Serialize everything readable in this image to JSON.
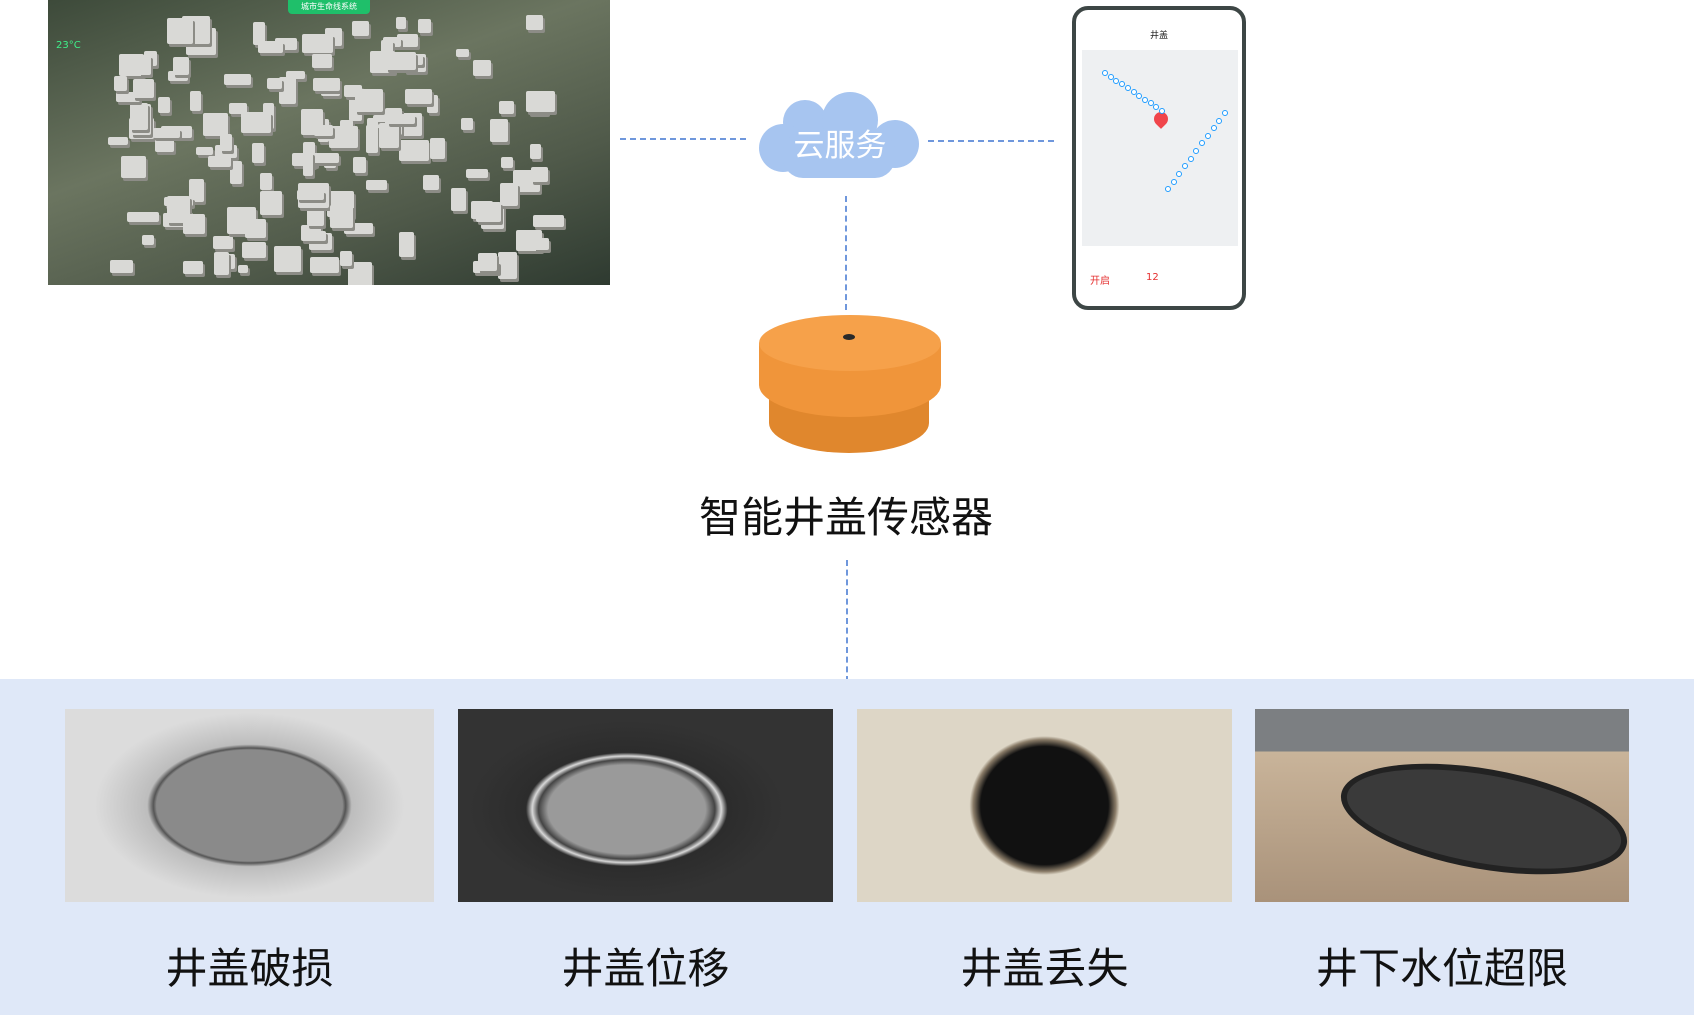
{
  "dashboard": {
    "title": "城市生命线系统",
    "temperature": "23°C"
  },
  "cloud": {
    "label": "云服务"
  },
  "phone": {
    "header": "井盖",
    "status_value": "开启",
    "reading_value": "12"
  },
  "sensor": {
    "label": "智能井盖传感器"
  },
  "scenarios": [
    {
      "label": "井盖破损"
    },
    {
      "label": "井盖位移"
    },
    {
      "label": "井盖丢失"
    },
    {
      "label": "井下水位超限"
    }
  ],
  "colors": {
    "band": "#dfe8f8",
    "cloud": "#a7c5f0",
    "sensor": "#f0953a",
    "connector": "#6f97dc"
  }
}
